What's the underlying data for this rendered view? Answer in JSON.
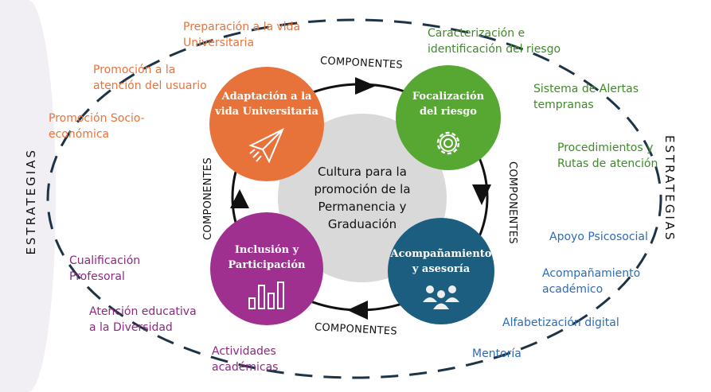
{
  "center": {
    "text": "Cultura para la\npromoción  de la\nPermanencia y\nGraduación"
  },
  "components_label": "COMPONENTES",
  "strategies_label": "ESTRATEGIAS",
  "components": [
    {
      "title": "Adaptación a la\nvida Universitaria",
      "icon": "paper-plane-icon",
      "color": "#E8733A"
    },
    {
      "title": "Focalización\ndel riesgo",
      "icon": "gear-icon",
      "color": "#56A832"
    },
    {
      "title": "Acompañamiento\ny asesoría",
      "icon": "users-icon",
      "color": "#1B5E80"
    },
    {
      "title": "Inclusión y\nParticipación",
      "icon": "bar-chart-icon",
      "color": "#A0308F"
    }
  ],
  "strategies": {
    "adaptacion": [
      "Preparación a la vida\nUniversitaria",
      "Promoción a la\natención del usuario",
      "Promoción Socio-\neconómica"
    ],
    "focalizacion": [
      "Caracterización e\nidentificación del riesgo",
      "Sistema de Alertas\ntempranas",
      "Procedimientos y\nRutas de atención"
    ],
    "acompanamiento": [
      "Apoyo Psicosocial",
      "Acompañamiento\nacadémico",
      "Alfabetización digital",
      "Mentoría"
    ],
    "inclusion": [
      "Cualificación\nProfesoral",
      "Atención educativa\na la Diversidad",
      "Actividades\nacadémicas"
    ]
  }
}
